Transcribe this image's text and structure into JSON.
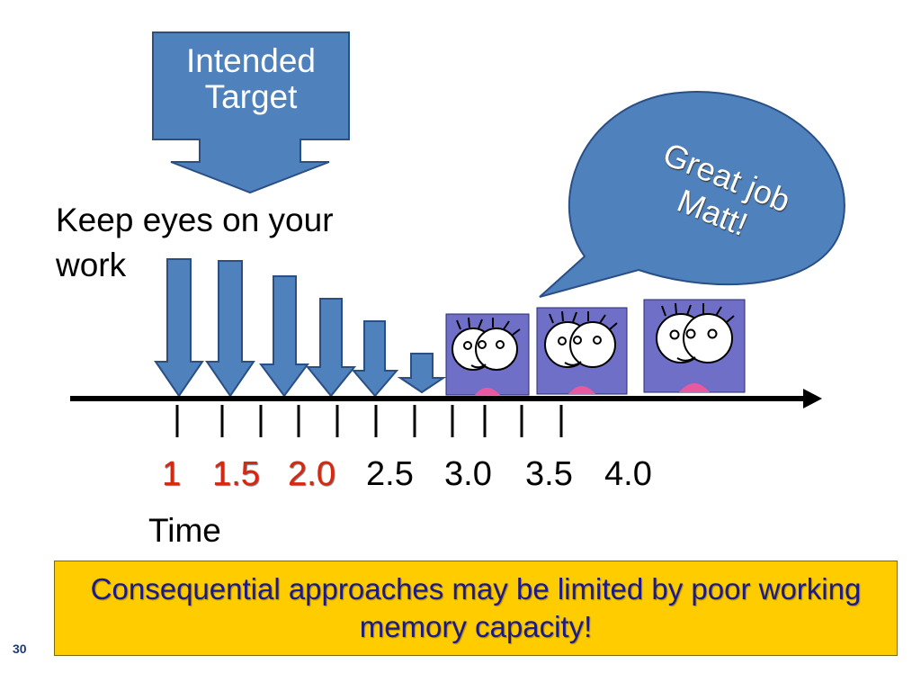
{
  "target": {
    "label": "Intended Target"
  },
  "instruction": {
    "line1": "Keep eyes on your",
    "line2": "work"
  },
  "speech": {
    "line1": "Great job",
    "line2": "Matt!"
  },
  "timeline": {
    "ticks": [
      {
        "label": "1",
        "emphasis": true
      },
      {
        "label": "1.5",
        "emphasis": true
      },
      {
        "label": "2.0",
        "emphasis": true
      },
      {
        "label": "2.5",
        "emphasis": false
      },
      {
        "label": "3.0",
        "emphasis": false
      },
      {
        "label": "3.5",
        "emphasis": false
      },
      {
        "label": "4.0",
        "emphasis": false
      }
    ],
    "axis_label": "Time"
  },
  "callout": {
    "text": "Consequential approaches may be limited by poor working memory capacity!"
  },
  "slide_number": "30",
  "colors": {
    "shape_fill": "#4f81bd",
    "shape_stroke": "#2a4f85",
    "red_label": "#d8260f",
    "callout_bg": "#ffcc00",
    "callout_text": "#1a1a8c"
  }
}
